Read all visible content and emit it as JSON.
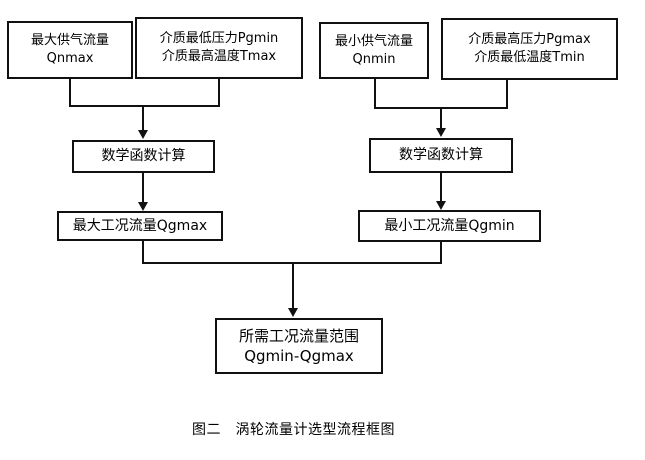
{
  "figure": {
    "caption": "图二　涡轮流量计选型流程框图",
    "caption_label": "图二",
    "caption_title": "涡轮流量计选型流程框图"
  },
  "nodes": {
    "qnmax": {
      "line1": "最大供气流量",
      "line2": "Qnmax"
    },
    "pgmin_tmax": {
      "line1": "介质最低压力Pgmin",
      "line2": "介质最高温度Tmax"
    },
    "qnmin": {
      "line1": "最小供气流量",
      "line2": "Qnmin"
    },
    "pgmax_tmin": {
      "line1": "介质最高压力Pgmax",
      "line2": "介质最低温度Tmin"
    },
    "calc_left": {
      "line1": "数学函数计算"
    },
    "calc_right": {
      "line1": "数学函数计算"
    },
    "qgmax": {
      "line1": "最大工况流量Qgmax"
    },
    "qgmin": {
      "line1": "最小工况流量Qgmin"
    },
    "result": {
      "line1": "所需工况流量范围",
      "line2": "Qgmin-Qgmax"
    }
  },
  "colors": {
    "stroke": "#111111",
    "background": "#ffffff",
    "text": "#000000"
  },
  "chart_data": {
    "type": "table",
    "title": "涡轮流量计选型流程框图",
    "nodes": [
      {
        "id": "qnmax",
        "label": "最大供气流量 Qnmax",
        "level": 1,
        "group": "left"
      },
      {
        "id": "pgmin_tmax",
        "label": "介质最低压力Pgmin 介质最高温度Tmax",
        "level": 1,
        "group": "left"
      },
      {
        "id": "qnmin",
        "label": "最小供气流量 Qnmin",
        "level": 1,
        "group": "right"
      },
      {
        "id": "pgmax_tmin",
        "label": "介质最高压力Pgmax 介质最低温度Tmin",
        "level": 1,
        "group": "right"
      },
      {
        "id": "calc_left",
        "label": "数学函数计算",
        "level": 2,
        "group": "left"
      },
      {
        "id": "calc_right",
        "label": "数学函数计算",
        "level": 2,
        "group": "right"
      },
      {
        "id": "qgmax",
        "label": "最大工况流量Qgmax",
        "level": 3,
        "group": "left"
      },
      {
        "id": "qgmin",
        "label": "最小工况流量Qgmin",
        "level": 3,
        "group": "right"
      },
      {
        "id": "result",
        "label": "所需工况流量范围 Qgmin-Qgmax",
        "level": 4,
        "group": "merge"
      }
    ],
    "edges": [
      {
        "from": "qnmax",
        "to": "calc_left"
      },
      {
        "from": "pgmin_tmax",
        "to": "calc_left"
      },
      {
        "from": "qnmin",
        "to": "calc_right"
      },
      {
        "from": "pgmax_tmin",
        "to": "calc_right"
      },
      {
        "from": "calc_left",
        "to": "qgmax"
      },
      {
        "from": "calc_right",
        "to": "qgmin"
      },
      {
        "from": "qgmax",
        "to": "result"
      },
      {
        "from": "qgmin",
        "to": "result"
      }
    ]
  }
}
